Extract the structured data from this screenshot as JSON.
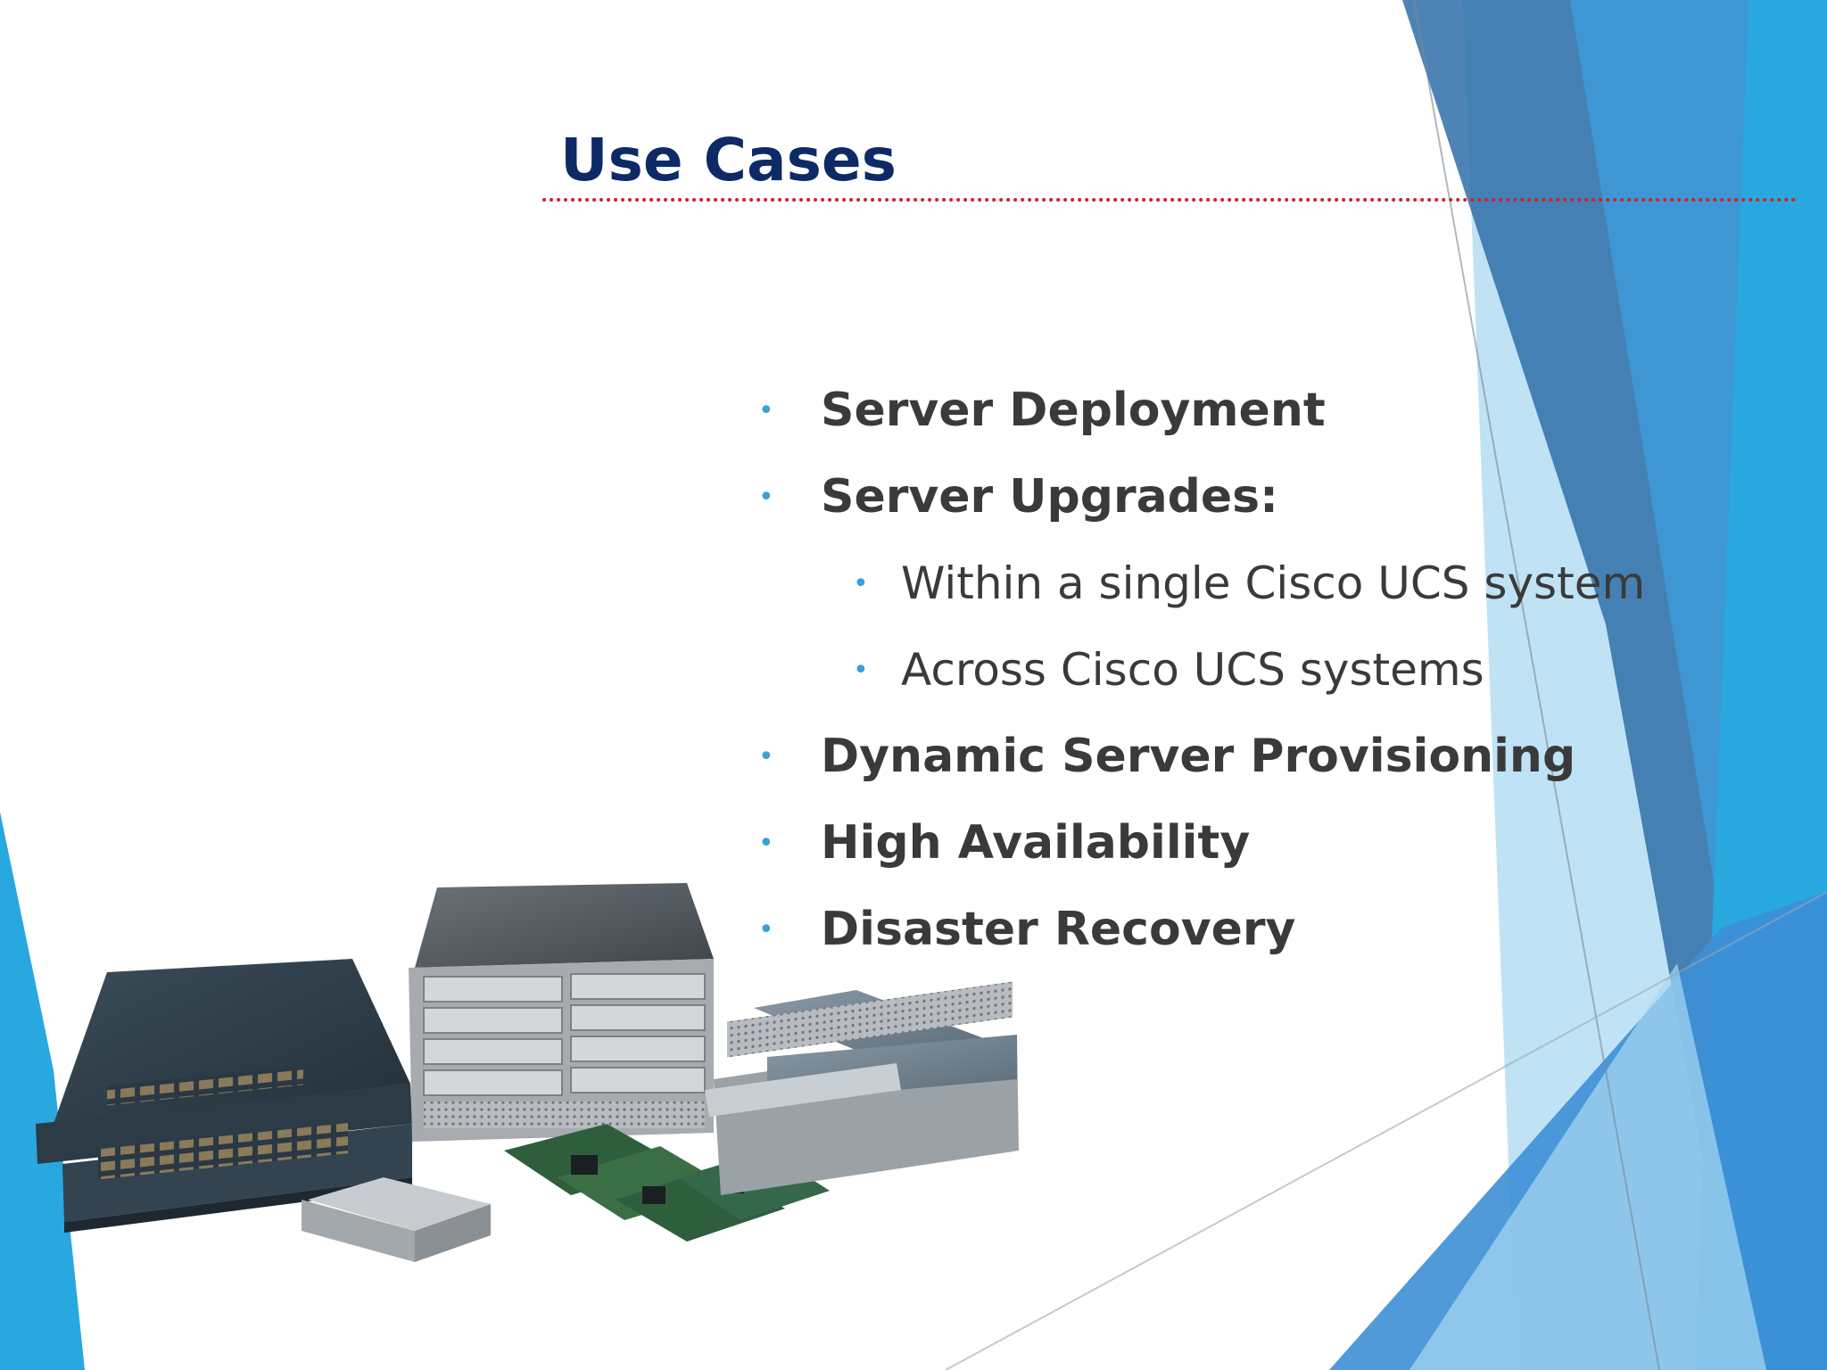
{
  "slide": {
    "title": "Use Cases",
    "bullets": [
      {
        "level": 1,
        "text": "Server Deployment"
      },
      {
        "level": 1,
        "text": "Server Upgrades:"
      },
      {
        "level": 2,
        "text": "Within a single Cisco UCS system"
      },
      {
        "level": 2,
        "text": "Across Cisco UCS systems"
      },
      {
        "level": 1,
        "text": "Dynamic Server Provisioning"
      },
      {
        "level": 1,
        "text": "High Availability"
      },
      {
        "level": 1,
        "text": "Disaster Recovery"
      }
    ]
  },
  "theme": {
    "title_color": "#0e2a66",
    "text_color": "#3a3a3a",
    "bullet_color": "#3aa0d8",
    "rule_color": "#d0202a",
    "accent_dark": "#2f6fa8",
    "accent_mid": "#3d9ad8",
    "accent_light": "#9fd4f0"
  },
  "image": {
    "subject": "cisco-ucs-hardware-photo"
  }
}
